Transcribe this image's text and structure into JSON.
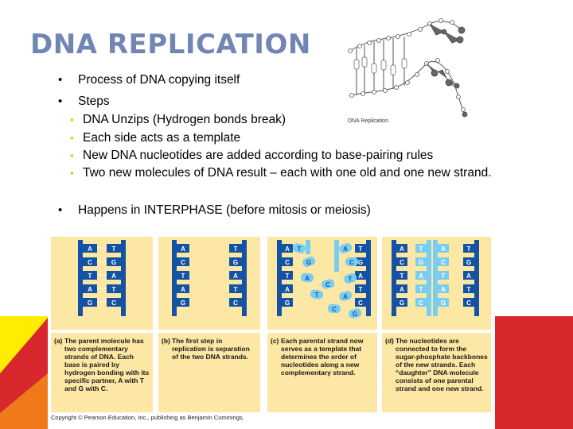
{
  "slide": {
    "title": "DNA REPLICATION",
    "bullets": [
      {
        "level": 1,
        "text": "Process of DNA copying itself"
      },
      {
        "level": 1,
        "text": "Steps"
      },
      {
        "level": 2,
        "text": "DNA Unzips (Hydrogen bonds break)"
      },
      {
        "level": 2,
        "text": "Each side acts as a template"
      },
      {
        "level": 2,
        "text": "New DNA nucleotides are added according to base-pairing rules"
      },
      {
        "level": 2,
        "text": "Two new molecules of DNA result – each with one old and one new strand."
      },
      {
        "level": 1,
        "text": "Happens in INTERPHASE (before mitosis or meiosis)"
      }
    ],
    "thumbnail_caption": "DNA Replication",
    "colors": {
      "title": "#7186b4",
      "bullet_marker": "#f2c300",
      "deco_yellow": "#ffed00",
      "deco_red": "#d8282e",
      "panel_bg": "#fce7a4",
      "old_strand": "#1452a3",
      "new_strand": "#79cdf0"
    }
  },
  "figure": {
    "panels": [
      {
        "label": "(a)",
        "caption": "The parent molecule has two complementary strands of DNA. Each base is paired by hydrogen bonding with its specific partner, A with T and G with C."
      },
      {
        "label": "(b)",
        "caption": "The first step in replication is separation of the two DNA strands."
      },
      {
        "label": "(c)",
        "caption": "Each parental strand now serves as a template that determines the order of nucleotides along a new complementary strand."
      },
      {
        "label": "(d)",
        "caption": "The nucleotides are connected to form the sugar-phosphate backbones of the new strands. Each “daughter” DNA molecule consists of one parental strand and one new strand."
      }
    ],
    "base_pairs": [
      [
        "A",
        "T"
      ],
      [
        "C",
        "G"
      ],
      [
        "T",
        "A"
      ],
      [
        "A",
        "T"
      ],
      [
        "G",
        "C"
      ]
    ],
    "copyright": "Copyright © Pearson Education, Inc., publishing as Benjamin Cummings."
  }
}
